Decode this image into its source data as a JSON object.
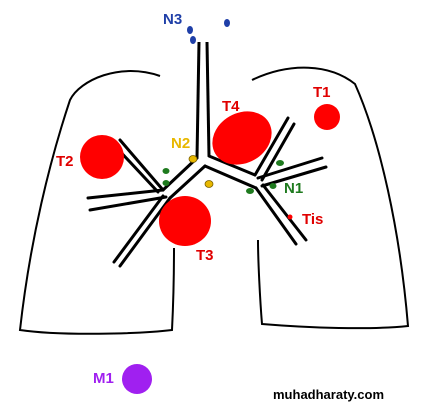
{
  "diagram": {
    "labels": {
      "n3": "N3",
      "n2": "N2",
      "n1": "N1",
      "t1": "T1",
      "t2": "T2",
      "t3": "T3",
      "t4": "T4",
      "tis": "Tis",
      "m1": "M1"
    },
    "watermark": "muhadharaty.com",
    "colors": {
      "outline": "#000000",
      "tumor": "#ff0000",
      "tumor_label": "#e00000",
      "n3": "#1f3fa8",
      "n2": "#e8b800",
      "n1": "#1e7a1e",
      "m1": "#a020f0",
      "background": "#ffffff"
    }
  }
}
